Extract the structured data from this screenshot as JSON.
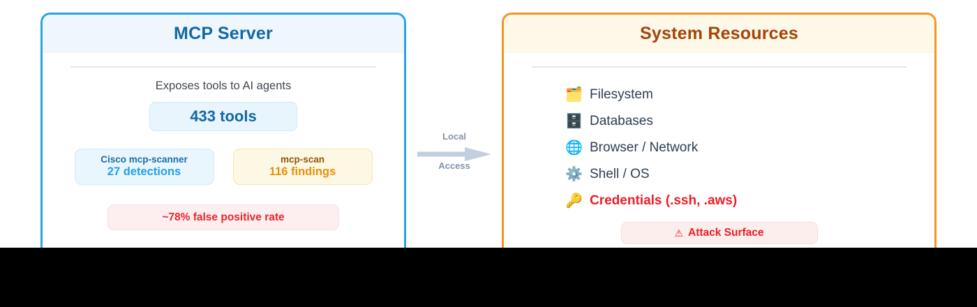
{
  "diagram": {
    "left_panel": {
      "title": "MCP Server",
      "accent_color": "#29a3e0",
      "header_bg": "#eff7fd",
      "subtitle": "Exposes tools to AI agents",
      "tools_badge": "433 tools",
      "scanners": [
        {
          "name": "Cisco mcp-scanner",
          "value": "27 detections"
        },
        {
          "name": "mcp-scan",
          "value": "116 findings"
        }
      ],
      "false_positive_badge": "~78% false positive rate",
      "false_positive_color": "#e8262c"
    },
    "connector": {
      "label_top": "Local",
      "label_bottom": "Access",
      "arrow_color": "#c3cede",
      "direction": "right"
    },
    "right_panel": {
      "title": "System Resources",
      "accent_color": "#f79421",
      "header_bg": "#fdf8e8",
      "title_color": "#a5430a",
      "resources": [
        {
          "icon": "🗂️",
          "icon_name": "folder-icon",
          "label": "Filesystem",
          "highlight": false
        },
        {
          "icon": "🗄️",
          "icon_name": "database-cabinet-icon",
          "label": "Databases",
          "highlight": false
        },
        {
          "icon": "🌐",
          "icon_name": "globe-icon",
          "label": "Browser / Network",
          "highlight": false
        },
        {
          "icon": "⚙️",
          "icon_name": "gear-icon",
          "label": "Shell / OS",
          "highlight": false
        },
        {
          "icon": "🔑",
          "icon_name": "key-icon",
          "label": "Credentials (.ssh, .aws)",
          "highlight": true
        }
      ],
      "attack_badge": {
        "icon": "⚠",
        "label": "Attack Surface",
        "color": "#ee1c25"
      }
    }
  }
}
